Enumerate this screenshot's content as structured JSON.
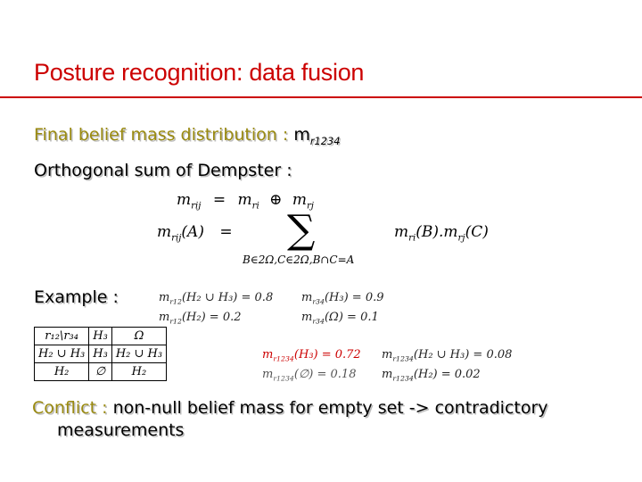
{
  "title": "Posture recognition: data fusion",
  "final_belief": {
    "label": "Final belief mass distribution :",
    "symbol": "m",
    "subscript": "r1234"
  },
  "orthogonal_sum": {
    "label": "Orthogonal sum of Dempster :"
  },
  "formula1": {
    "lhs": "m",
    "lhs_sub": "rij",
    "eq": "=",
    "a": "m",
    "a_sub": "ri",
    "op": "⊕",
    "b": "m",
    "b_sub": "rj"
  },
  "formula2": {
    "lhs": "m",
    "lhs_sub": "rij",
    "lhs_arg": "(A)",
    "eq": "=",
    "sum": "∑",
    "sum_under": "B∈2Ω,C∈2Ω,B∩C=A",
    "rhs": "m",
    "rhs_sub1": "ri",
    "rhs_mid": "(B).m",
    "rhs_sub2": "rj",
    "rhs_end": "(C)"
  },
  "example": {
    "label": "Example :",
    "masses": [
      {
        "text": "m",
        "sub": "r12",
        "arg": "(H₂ ∪ H₃) = 0.8"
      },
      {
        "text": "m",
        "sub": "r34",
        "arg": "(H₃) = 0.9"
      },
      {
        "text": "m",
        "sub": "r12",
        "arg": "(H₂) = 0.2"
      },
      {
        "text": "m",
        "sub": "r34",
        "arg": "(Ω) = 0.1"
      }
    ],
    "table": {
      "header": [
        "r₁₂\\r₃₄",
        "H₃",
        "Ω"
      ],
      "rows": [
        [
          "H₂ ∪ H₃",
          "H₃",
          "H₂ ∪ H₃"
        ],
        [
          "H₂",
          "∅",
          "H₂"
        ]
      ]
    },
    "results": [
      {
        "text": "m",
        "sub": "r1234",
        "arg": "(H₃) = 0.72"
      },
      {
        "text": "m",
        "sub": "r1234",
        "arg": "(H₂ ∪ H₃) = 0.08"
      },
      {
        "text": "m",
        "sub": "r1234",
        "arg": "(∅) = 0.18"
      },
      {
        "text": "m",
        "sub": "r1234",
        "arg": "(H₂) = 0.02"
      }
    ]
  },
  "conflict": {
    "label": "Conflict :",
    "text": "non-null belief mass for empty set -> contradictory",
    "text2": "measurements"
  },
  "colors": {
    "title": "#cc0000",
    "accent": "#9a8a10",
    "result_highlight": "#cc0000"
  }
}
